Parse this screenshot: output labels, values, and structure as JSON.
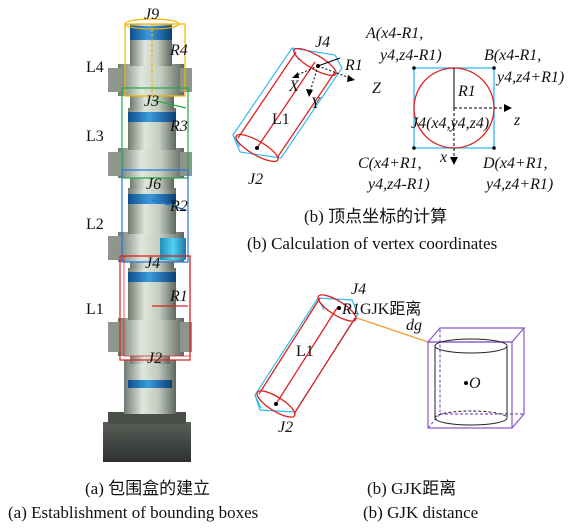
{
  "panel_a": {
    "joints": [
      "J9",
      "J6",
      "J3",
      "J4",
      "J2"
    ],
    "links": [
      "L4",
      "L3",
      "L2",
      "L1"
    ],
    "radii": [
      "R4",
      "R3",
      "R2",
      "R1"
    ],
    "caption_cn": "(a) 包围盒的建立",
    "caption_en": "(a) Establishment of bounding boxes",
    "colors": {
      "L4": "#f0b400",
      "L3": "#22aa44",
      "L2": "#2277dd",
      "L1": "#dd2222"
    }
  },
  "panel_b1": {
    "joint": "J4",
    "joint_bottom": "J2",
    "radius": "R1",
    "axis_x": "X",
    "axis_y": "Y",
    "axis_z": "Z",
    "link": "L1",
    "vertex_a": [
      "A(x4-R1,",
      "y4,z4-R1)"
    ],
    "vertex_b": [
      "B(x4-R1,",
      "y4,z4+R1)"
    ],
    "vertex_c": [
      "C(x4+R1,",
      "y4,z4-R1)"
    ],
    "vertex_d": [
      "D(x4+R1,",
      "y4,z4+R1)"
    ],
    "center_label": "J4(x4,y4,z4)",
    "circle_r": "R1",
    "circle_axis_z": "z",
    "circle_axis_x": "x",
    "caption_cn": "(b) 顶点坐标的计算",
    "caption_en": "(b) Calculation of vertex coordinates"
  },
  "panel_b2": {
    "joint": "J4",
    "joint_bottom": "J2",
    "radius": "R1",
    "gjk_label": "GJK距离",
    "dg_label": "dg",
    "link": "L1",
    "origin_label": "O",
    "caption_cn": "(b) GJK距离",
    "caption_en": "(b) GJK distance"
  }
}
